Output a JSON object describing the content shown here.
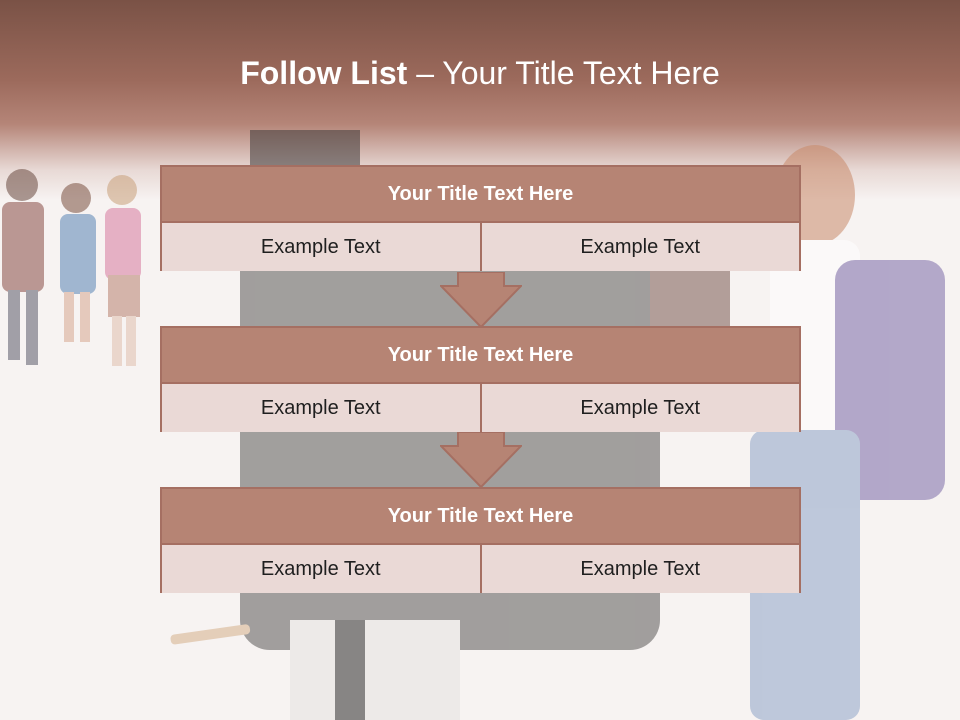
{
  "slide": {
    "title_bold": "Follow List",
    "title_rest": " – Your Title Text Here"
  },
  "steps": [
    {
      "title": "Your Title Text Here",
      "left": "Example Text",
      "right": "Example Text"
    },
    {
      "title": "Your Title Text Here",
      "left": "Example Text",
      "right": "Example Text"
    },
    {
      "title": "Your Title Text Here",
      "left": "Example Text",
      "right": "Example Text"
    }
  ],
  "colors": {
    "header_band": "#9c6a5c",
    "card_header": "#b68474",
    "card_border": "#a56f62",
    "card_cell": "#ead9d6"
  }
}
